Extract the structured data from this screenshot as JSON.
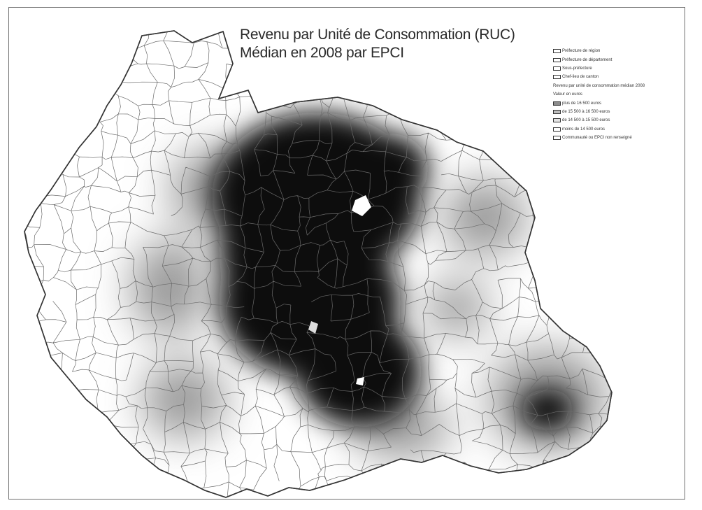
{
  "map": {
    "title_lines": [
      "Revenu par Unité de Consommation (RUC)",
      "Médian en 2008 par EPCI"
    ],
    "colors": {
      "boundary": "#6a6a6a",
      "low_income_fill": "#ffffff",
      "mid_income_fill": "#9a9a9a",
      "high_income_fill": "#111111"
    },
    "legend": [
      {
        "label": "Préfecture de région",
        "swatch": "#ffffff",
        "kind": "item"
      },
      {
        "label": "Préfecture de département",
        "swatch": "#ffffff",
        "kind": "item"
      },
      {
        "label": "Sous-préfecture",
        "swatch": "#ffffff",
        "kind": "item"
      },
      {
        "label": "Chef-lieu de canton",
        "swatch": "#ffffff",
        "kind": "item"
      },
      {
        "label": "Revenu par unité de consommation médian 2008",
        "swatch": "",
        "kind": "heading"
      },
      {
        "label": "Valeur en euros",
        "swatch": "",
        "kind": "heading"
      },
      {
        "label": "plus de 16 500 euros",
        "swatch": "#8c8c8c",
        "kind": "item"
      },
      {
        "label": "de 15 500 à 16 500 euros",
        "swatch": "#bdbdbd",
        "kind": "item"
      },
      {
        "label": "de 14 500 à 15 500 euros",
        "swatch": "#e4e4e4",
        "kind": "item"
      },
      {
        "label": "moins de 14 500 euros",
        "swatch": "#ffffff",
        "kind": "item"
      },
      {
        "label": "Communauté ou EPCI non renseigné",
        "swatch": "#ffffff",
        "kind": "item"
      }
    ]
  }
}
